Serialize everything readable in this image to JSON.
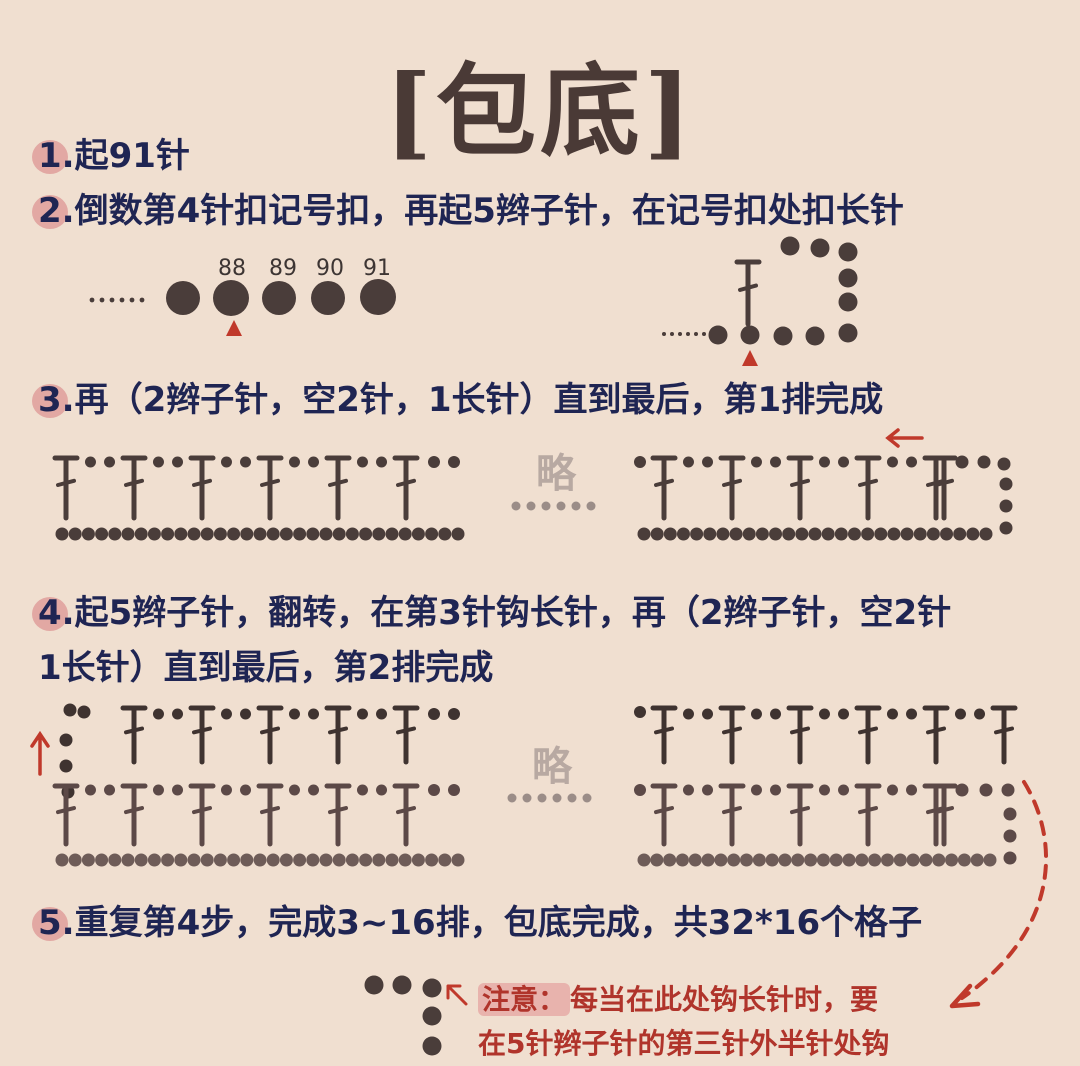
{
  "title": "[包底]",
  "steps": [
    {
      "num": "1.",
      "text": "起91针"
    },
    {
      "num": "2.",
      "text": "倒数第4针扣记号扣，再起5辫子针，在记号扣处扣长针"
    },
    {
      "num": "3.",
      "text": "再（2辫子针，空2针，1长针）直到最后，第1排完成"
    },
    {
      "num": "4.",
      "text": "起5辫子针，翻转，在第3针钩长针，再（2辫子针，空2针",
      "text2": "1长针）直到最后，第2排完成"
    },
    {
      "num": "5.",
      "text": "重复第4步，完成3~16排，包底完成，共32*16个格子"
    }
  ],
  "stitch_numbers": [
    "88",
    "89",
    "90",
    "91"
  ],
  "omit_label": "略",
  "note": {
    "label": "注意：",
    "line1": "每当在此处钩长针时，要",
    "line2": "在5针辫子针的第三针外半针处钩"
  },
  "colors": {
    "background": "#f0dfd0",
    "stitch": "#4a3d3a",
    "text": "#1f2553",
    "highlight": "#e2a8a3",
    "accent_red": "#c0392b",
    "note_text": "#b0342b"
  },
  "icons": [
    "marker-triangle-icon",
    "arrow-left-icon",
    "arrow-up-icon",
    "dashed-arrow-icon",
    "small-arrow-icon"
  ]
}
